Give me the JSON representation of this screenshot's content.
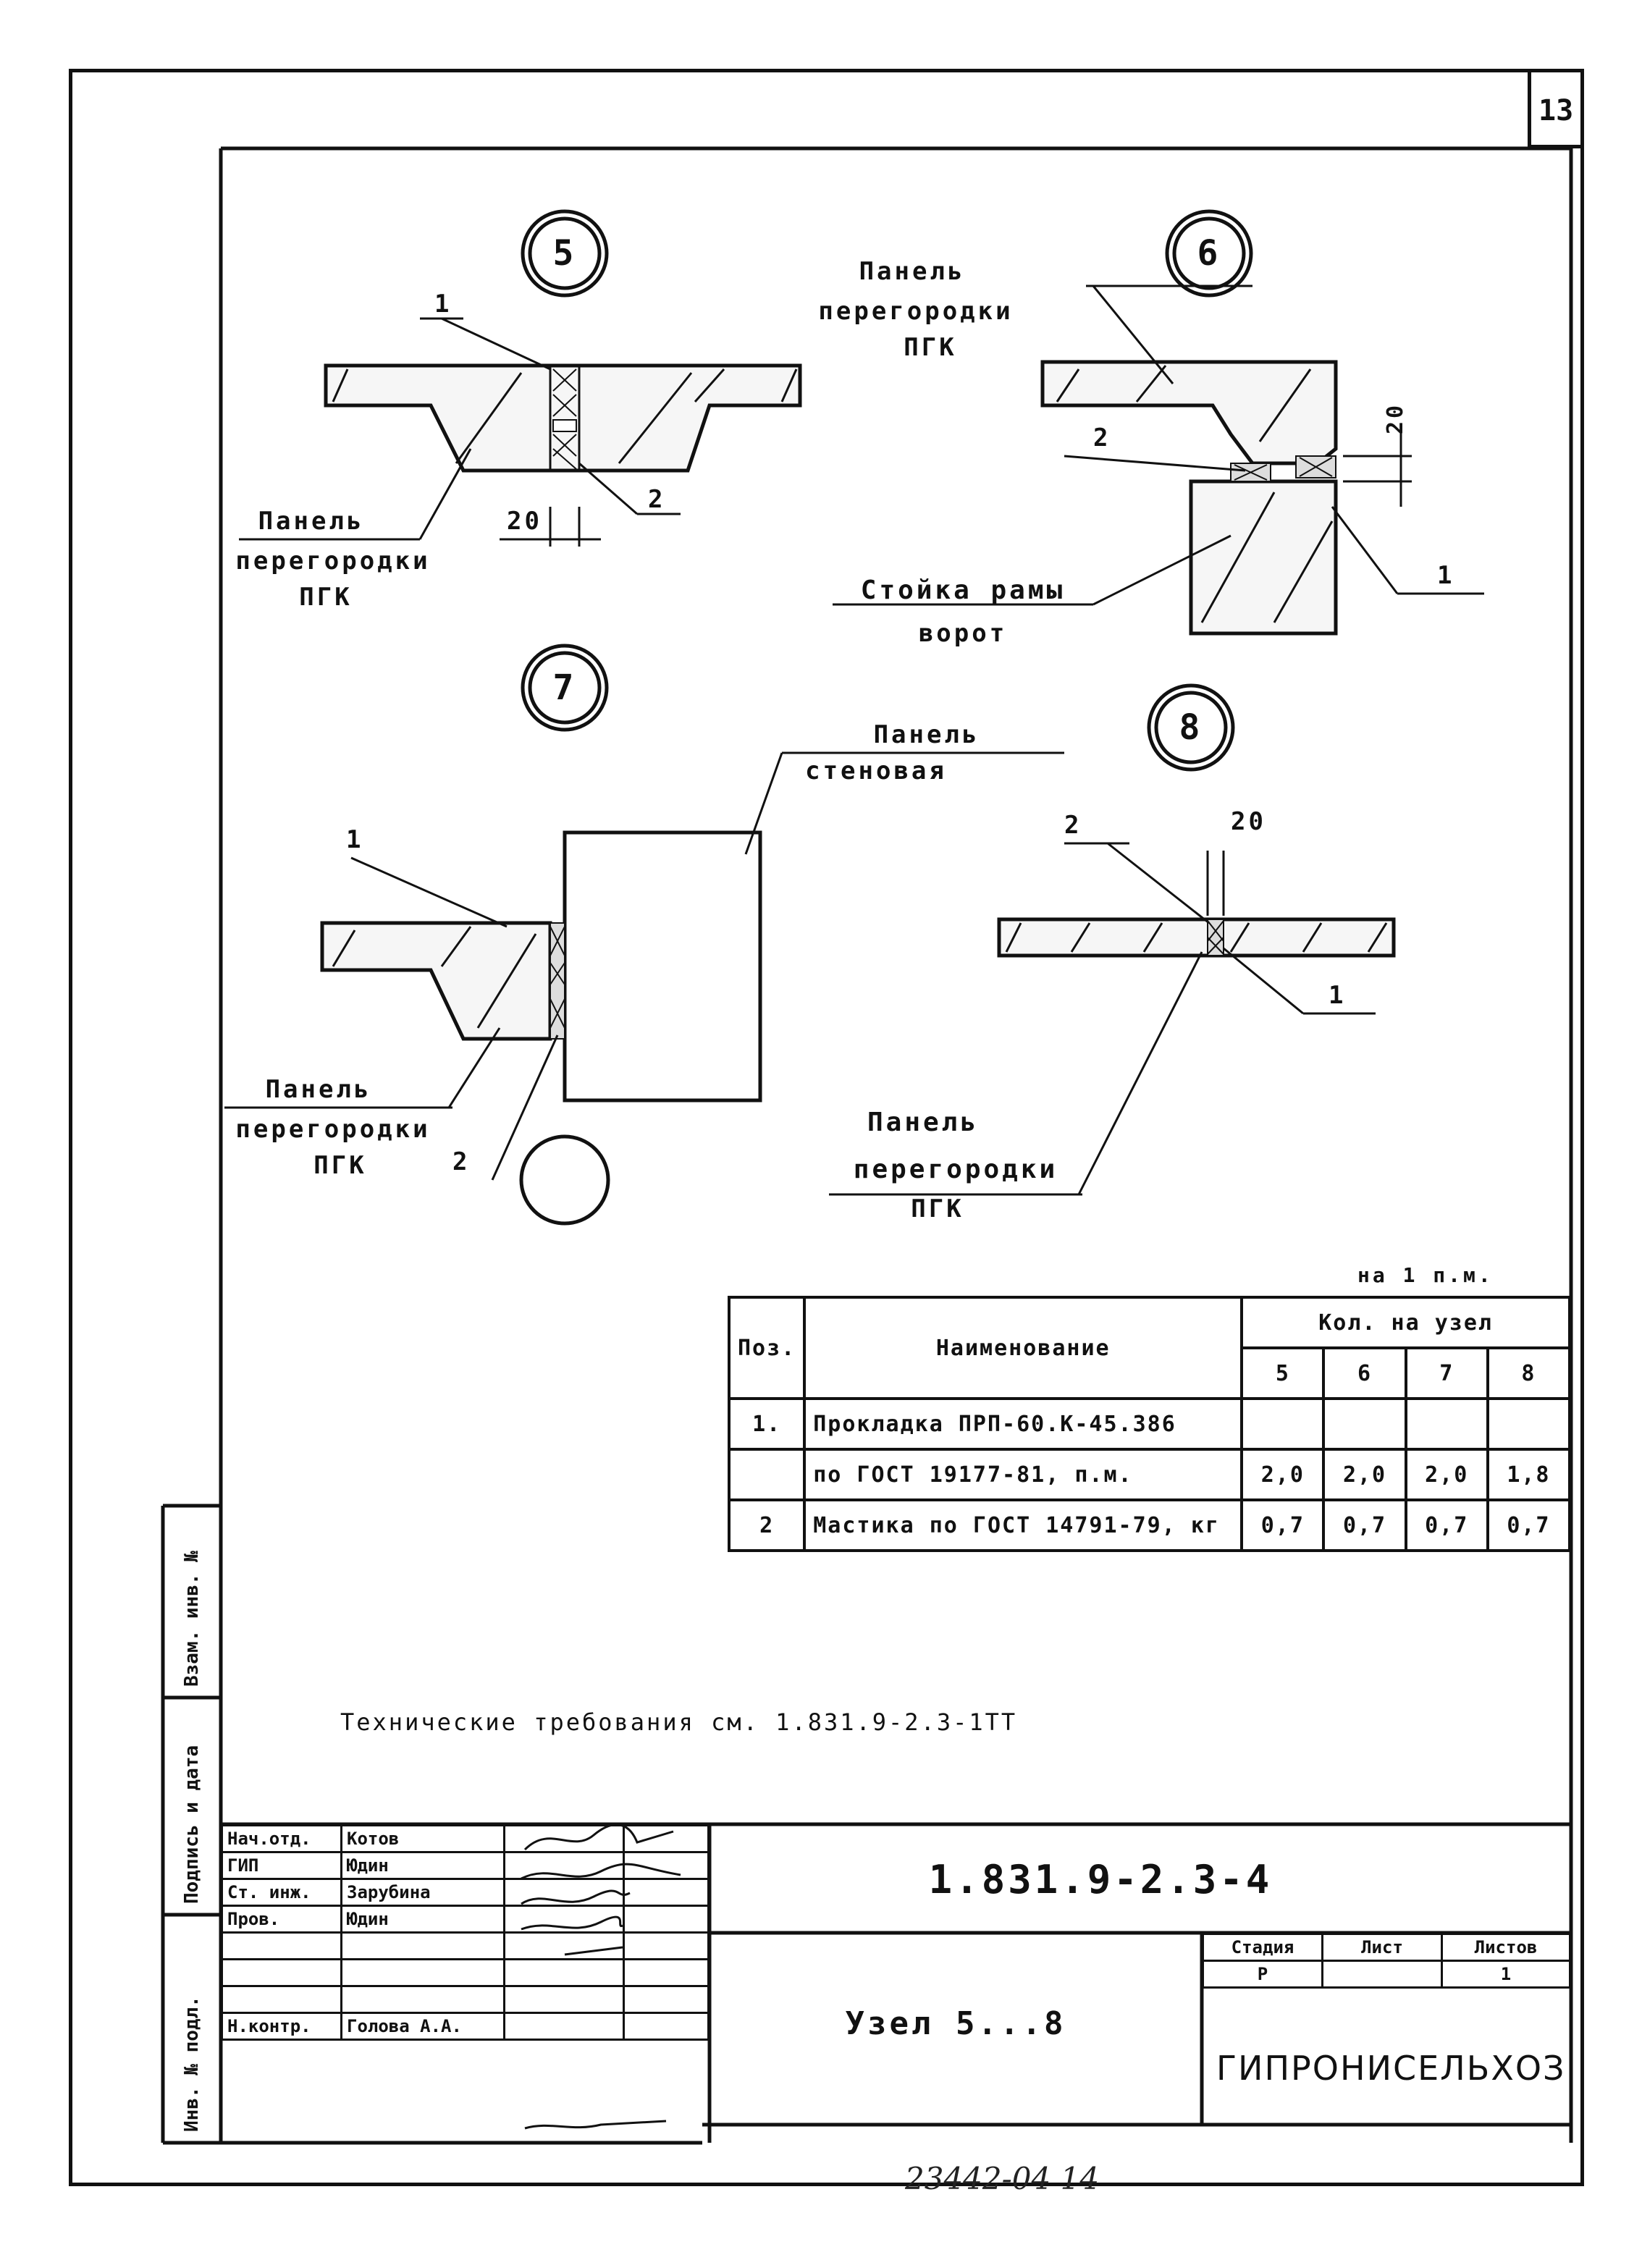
{
  "sheet": {
    "sheet_number": "13",
    "designation": "1.831.9-2.3-4",
    "title": "Узел 5...8",
    "organization": "ГИПРОНИСЕЛЬХОЗ",
    "tech_requirements": "Технические требования см. 1.831.9-2.3-1ТТ",
    "inventory_note": "23442-04 14"
  },
  "nodes": {
    "n5": {
      "number": "5",
      "pos1": "1",
      "pos2": "2",
      "dim": "20",
      "panel_label": [
        "Панель",
        "перегородки",
        "ПГК"
      ]
    },
    "n6": {
      "number": "6",
      "panel_label": [
        "Панель",
        "перегородки",
        "ПГК"
      ],
      "pos2": "2",
      "dim": "20",
      "stand_label": [
        "Стойка рамы",
        "ворот"
      ],
      "pos1": "1"
    },
    "n7": {
      "number": "7",
      "pos1": "1",
      "pos2": "2",
      "wall_label": [
        "Панель",
        "стеновая"
      ],
      "panel_label": [
        "Панель",
        "перегородки",
        "ПГК"
      ]
    },
    "n8": {
      "number": "8",
      "pos2": "2",
      "dim": "20",
      "pos1": "1",
      "panel_label": [
        "Панель",
        "перегородки",
        "ПГК"
      ]
    }
  },
  "spec_table": {
    "unit_note": "на 1 п.м.",
    "header": {
      "pos": "Поз.",
      "name": "Наименование",
      "qty": "Кол. на узел"
    },
    "node_cols": [
      "5",
      "6",
      "7",
      "8"
    ],
    "rows": [
      {
        "pos": "1.",
        "name": "Прокладка ПРП-60.К-45.386",
        "vals": [
          "",
          "",
          "",
          ""
        ]
      },
      {
        "pos": "",
        "name": "по ГОСТ 19177-81,       п.м.",
        "vals": [
          "2,0",
          "2,0",
          "2,0",
          "1,8"
        ]
      },
      {
        "pos": "2",
        "name": "Мастика по ГОСТ 14791-79, кг",
        "vals": [
          "0,7",
          "0,7",
          "0,7",
          "0,7"
        ]
      }
    ]
  },
  "title_block": {
    "rows": [
      {
        "role": "Нач.отд.",
        "name": "Котов"
      },
      {
        "role": "ГИП",
        "name": "Юдин"
      },
      {
        "role": "Ст. инж.",
        "name": "Зарубина"
      },
      {
        "role": "Пров.",
        "name": "Юдин"
      },
      {
        "role": "",
        "name": ""
      },
      {
        "role": "",
        "name": ""
      },
      {
        "role": "",
        "name": ""
      },
      {
        "role": "Н.контр.",
        "name": "Голова А.А."
      }
    ],
    "stage_header": {
      "stage": "Стадия",
      "sheet": "Лист",
      "sheets": "Листов"
    },
    "stage_values": {
      "stage": "Р",
      "sheet": "",
      "sheets": "1"
    }
  },
  "side_stamp": {
    "cells": [
      "Инв. № подл.",
      "Подпись и дата",
      "Взам. инв. №"
    ]
  }
}
